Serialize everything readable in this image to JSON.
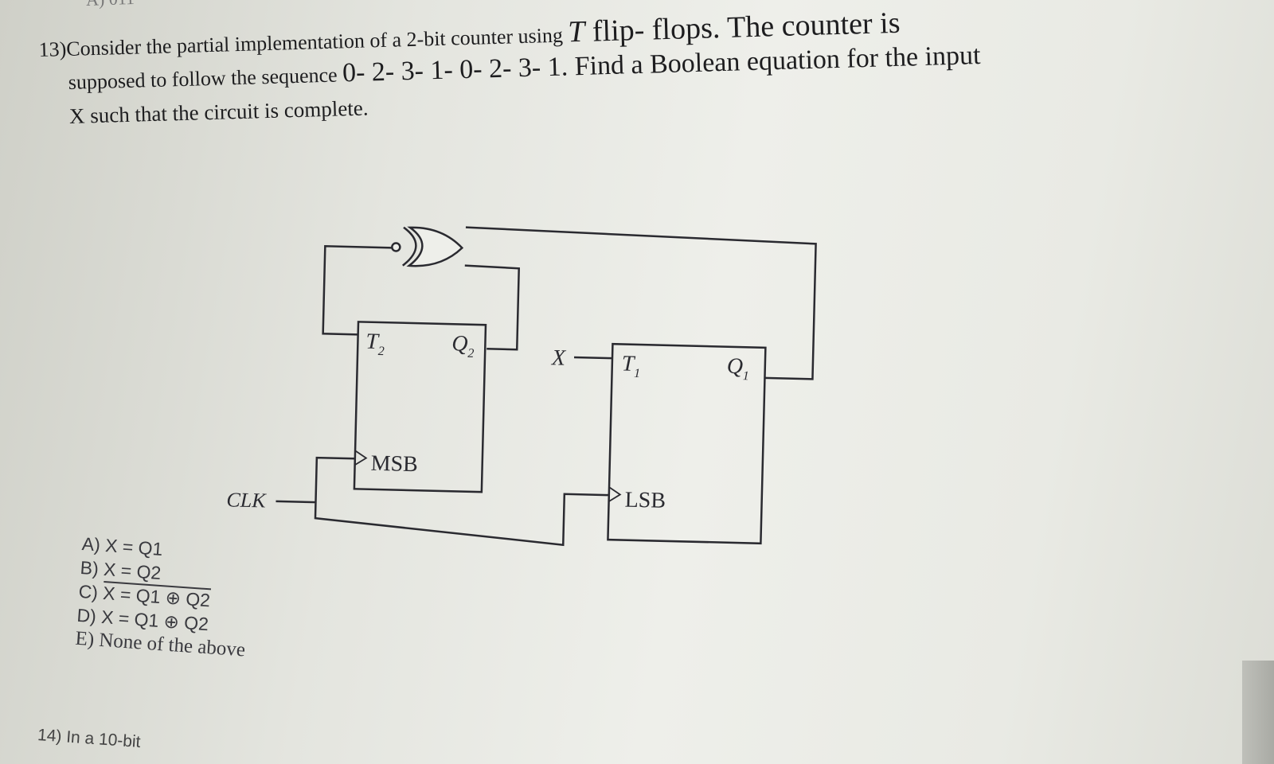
{
  "top_fragment": "A) 011",
  "question": {
    "number": "13)",
    "line1_lead": "Consider the partial implementation of a 2-bit counter using ",
    "line1_var": "T",
    "line1_tail": " flip- flops. The counter is",
    "line2_lead": "supposed to follow the sequence ",
    "line2_tail": "0- 2- 3- 1- 0- 2- 3- 1. Find a Boolean equation for the input",
    "line3": "X such that the circuit is complete."
  },
  "diagram": {
    "msb": {
      "input_label": "T",
      "input_sub": "2",
      "output_label": "Q",
      "output_sub": "2",
      "clock_label": "MSB"
    },
    "lsb": {
      "input_label": "T",
      "input_sub": "1",
      "output_label": "Q",
      "output_sub": "1",
      "clock_label": "LSB"
    },
    "x_label": "X",
    "clk_label": "CLK"
  },
  "options": [
    {
      "letter": "A)",
      "text": "X = Q1"
    },
    {
      "letter": "B)",
      "text": "X = Q2"
    },
    {
      "letter": "C)",
      "text": "X = Q1 ⊕ Q2",
      "overline": true
    },
    {
      "letter": "D)",
      "text": "X = Q1 ⊕ Q2"
    },
    {
      "letter": "E)",
      "text": "None of the above"
    }
  ],
  "next_fragment": "14) In a 10-bit"
}
